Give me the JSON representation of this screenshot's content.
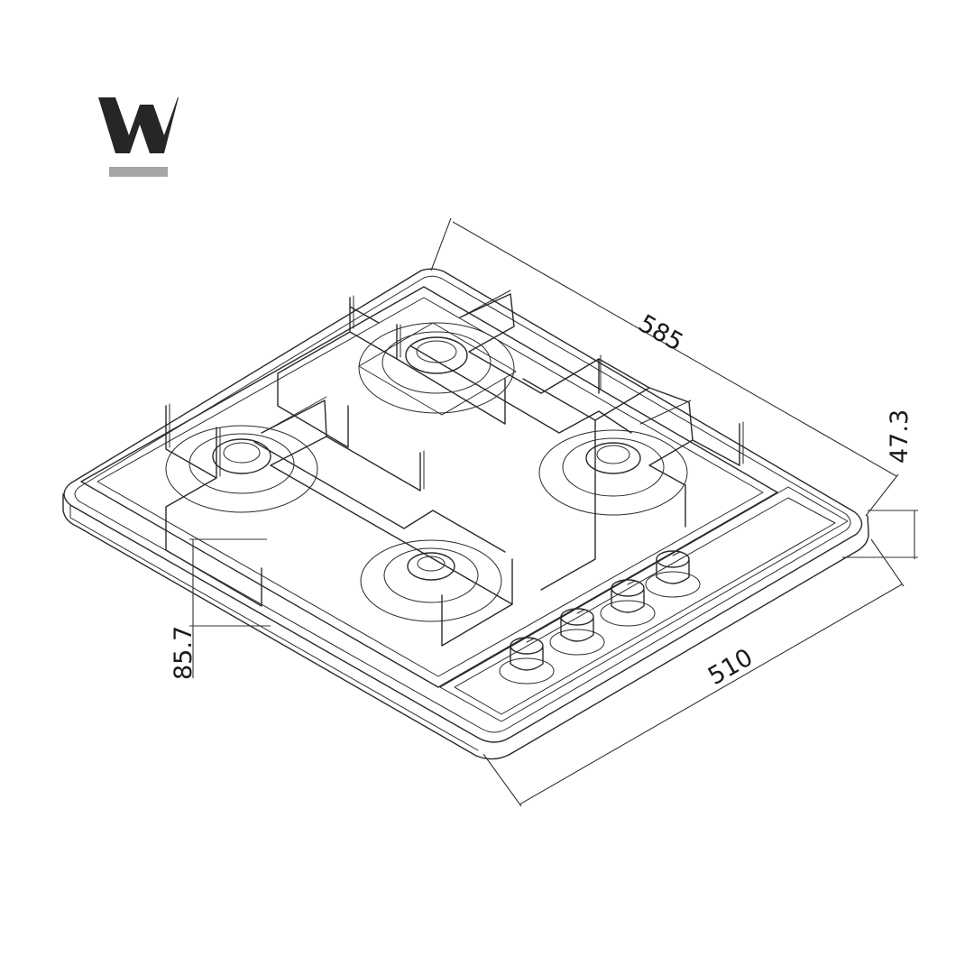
{
  "logo": {
    "letter": "W",
    "color": "#262626",
    "bar_color": "#a6a6a6"
  },
  "colors": {
    "line": "#2a2a2a",
    "background": "#ffffff"
  },
  "dimensions": {
    "depth": "585",
    "height": "47.3",
    "width": "510",
    "side_offset": "85.7"
  },
  "hob": {
    "burners": 4,
    "knobs": 4
  }
}
